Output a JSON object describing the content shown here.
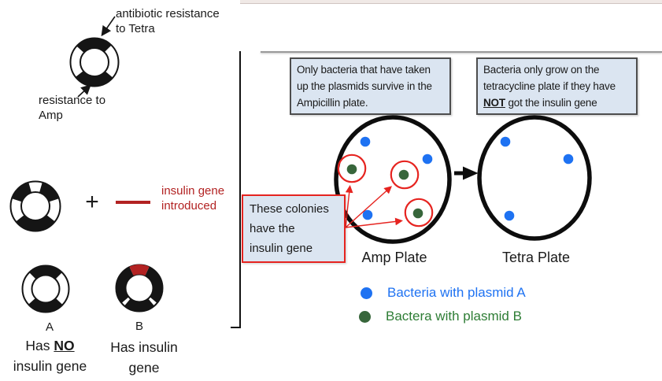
{
  "colors": {
    "blue": "#1e72f2",
    "green": "#37663b",
    "green_text": "#2e7d35",
    "red": "#e62420",
    "dark_red": "#b22222",
    "box_fill": "#dbe5f1",
    "box_border": "#4d4d4d"
  },
  "left_panel": {
    "plasmid_top": {
      "label_tetra": "antibiotic resistance\nto Tetra",
      "label_amp": "resistance to\nAmp"
    },
    "insulin_row": {
      "plus": "+",
      "label": "insulin gene\nintroduced"
    },
    "plasmid_a": {
      "letter": "A",
      "caption_prefix": "Has ",
      "caption_emph": "NO",
      "caption_line2": "insulin gene"
    },
    "plasmid_b": {
      "letter": "B",
      "caption": "Has insulin\ngene"
    }
  },
  "right_panel": {
    "callout_amp": "Only bacteria that have taken\nup the plasmids survive in the\nAmpicillin plate.",
    "callout_tetra": {
      "line1": "Bacteria only grow on the",
      "line2": "tetracycline plate if they have",
      "line3_emph": "NOT",
      "line3_rest": " got the insulin gene"
    },
    "colonies_callout": "These colonies\nhave the\ninsulin gene",
    "amp_plate_label": "Amp Plate",
    "tetra_plate_label": "Tetra Plate",
    "legend": [
      {
        "label": "Bacteria with plasmid A",
        "color": "blue"
      },
      {
        "label": "Bactera with plasmid B",
        "color": "green"
      }
    ]
  }
}
